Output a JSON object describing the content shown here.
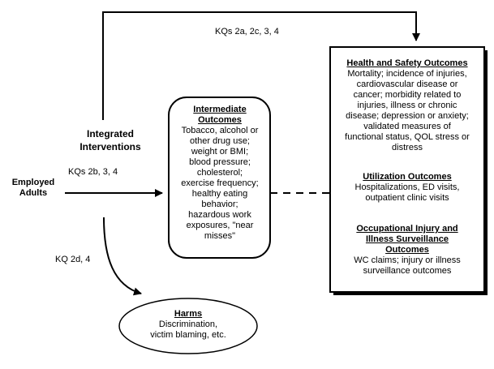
{
  "labels": {
    "top_kq": "KQs 2a, 2c, 3, 4",
    "integrated_line1": "Integrated",
    "integrated_line2": "Interventions",
    "employed_line1": "Employed",
    "employed_line2": "Adults",
    "mid_kq": "KQs 2b, 3, 4",
    "harm_kq": "KQ 2d, 4"
  },
  "intermediate": {
    "heading_line1": "Intermediate",
    "heading_line2": "Outcomes",
    "lines": [
      "Tobacco, alcohol or",
      "other drug use;",
      "weight or BMI;",
      "blood pressure;",
      "cholesterol;",
      "exercise frequency;",
      "healthy eating",
      "behavior;",
      "hazardous  work",
      "exposures, \"near",
      "misses\""
    ]
  },
  "outcomes": {
    "health": {
      "heading": "Health and Safety Outcomes",
      "lines": [
        "Mortality; incidence of injuries,",
        "cardiovascular disease or",
        "cancer; morbidity related to",
        "injuries, illness or chronic",
        "disease; depression or anxiety;",
        "validated measures of",
        "functional status, QOL stress or",
        "distress"
      ]
    },
    "utilization": {
      "heading": "Utilization Outcomes",
      "lines": [
        "Hospitalizations, ED visits,",
        "outpatient clinic visits"
      ]
    },
    "occupational": {
      "heading_line1": "Occupational Injury and",
      "heading_line2": "Illness Surveillance",
      "heading_line3": "Outcomes",
      "lines": [
        "WC claims; injury or illness",
        "surveillance outcomes"
      ]
    }
  },
  "harms": {
    "heading": "Harms",
    "lines": [
      "Discrimination,",
      "victim blaming, etc."
    ]
  }
}
